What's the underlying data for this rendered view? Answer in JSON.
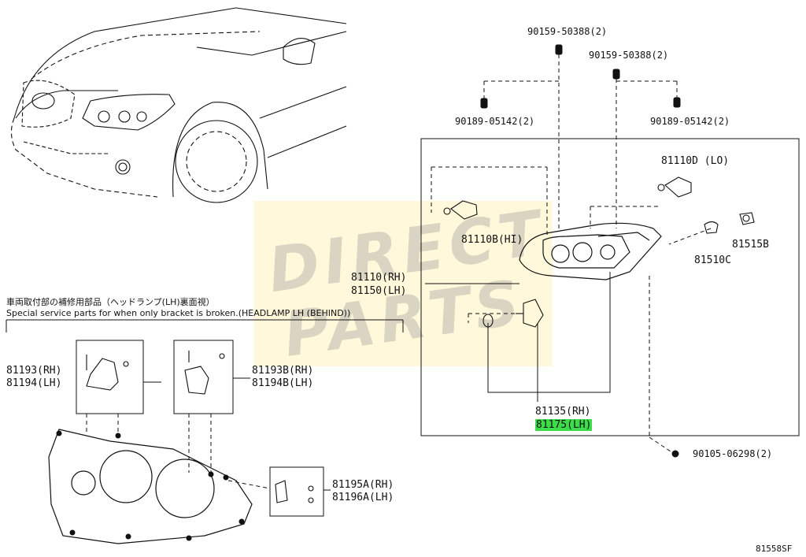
{
  "watermark": {
    "line1": "DIRECT",
    "line2": "PARTS"
  },
  "callouts": {
    "bolt_top_a": "90159-50388(2)",
    "bolt_top_b": "90159-50388(2)",
    "screw_left": "90189-05142(2)",
    "screw_right": "90189-05142(2)",
    "bulb_lo": "81110D (LO)",
    "bulb_hi": "81110B(HI)",
    "socket": "81515B",
    "bulb_small": "81510C",
    "lamp_rh": "81110(RH)",
    "lamp_lh": "81150(LH)",
    "unit_rh": "81135(RH)",
    "unit_lh": "81175(LH)",
    "bolt_bottom": "90105-06298(2)",
    "bracket_a_rh": "81193(RH)",
    "bracket_a_lh": "81194(LH)",
    "bracket_b_rh": "81193B(RH)",
    "bracket_b_lh": "81194B(LH)",
    "bracket_c_rh": "81195A(RH)",
    "bracket_c_lh": "81196A(LH)",
    "diagram_code": "81558SF"
  },
  "notes": {
    "japanese": "車両取付部の補修用部品（ヘッドランプ(LH)裏面視）",
    "english": "Special service parts for when only bracket is broken.(HEADLAMP LH (BEHIND))"
  },
  "highlight_color": "#3ddc4a"
}
